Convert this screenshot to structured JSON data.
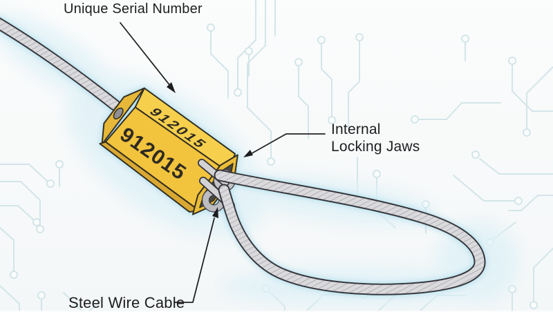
{
  "diagram": {
    "serial_number": "912015",
    "labels": {
      "serial": "Unique Serial Number",
      "jaws_line1": "Internal",
      "jaws_line2": "Locking Jaws",
      "cable": "Steel Wire Cable"
    },
    "colors": {
      "seal_front": "#f2c33c",
      "seal_top": "#f6d04e",
      "seal_bottom": "#d9a831",
      "seal_cap": "#e6b737",
      "seal_rim": "#eabd37",
      "cavity": "#4a4843",
      "jaw_gray": "#c3c3c8",
      "cable_gray": "#dadadd",
      "cable_outline": "#35353a",
      "strand_gray": "#94949b",
      "trace_teal": "#d3e5e8",
      "glow_cyan": "#dff1f7",
      "label_text": "#1d1d1f",
      "serial_text": "#2d2a22",
      "outline_dark": "#332d20"
    }
  }
}
